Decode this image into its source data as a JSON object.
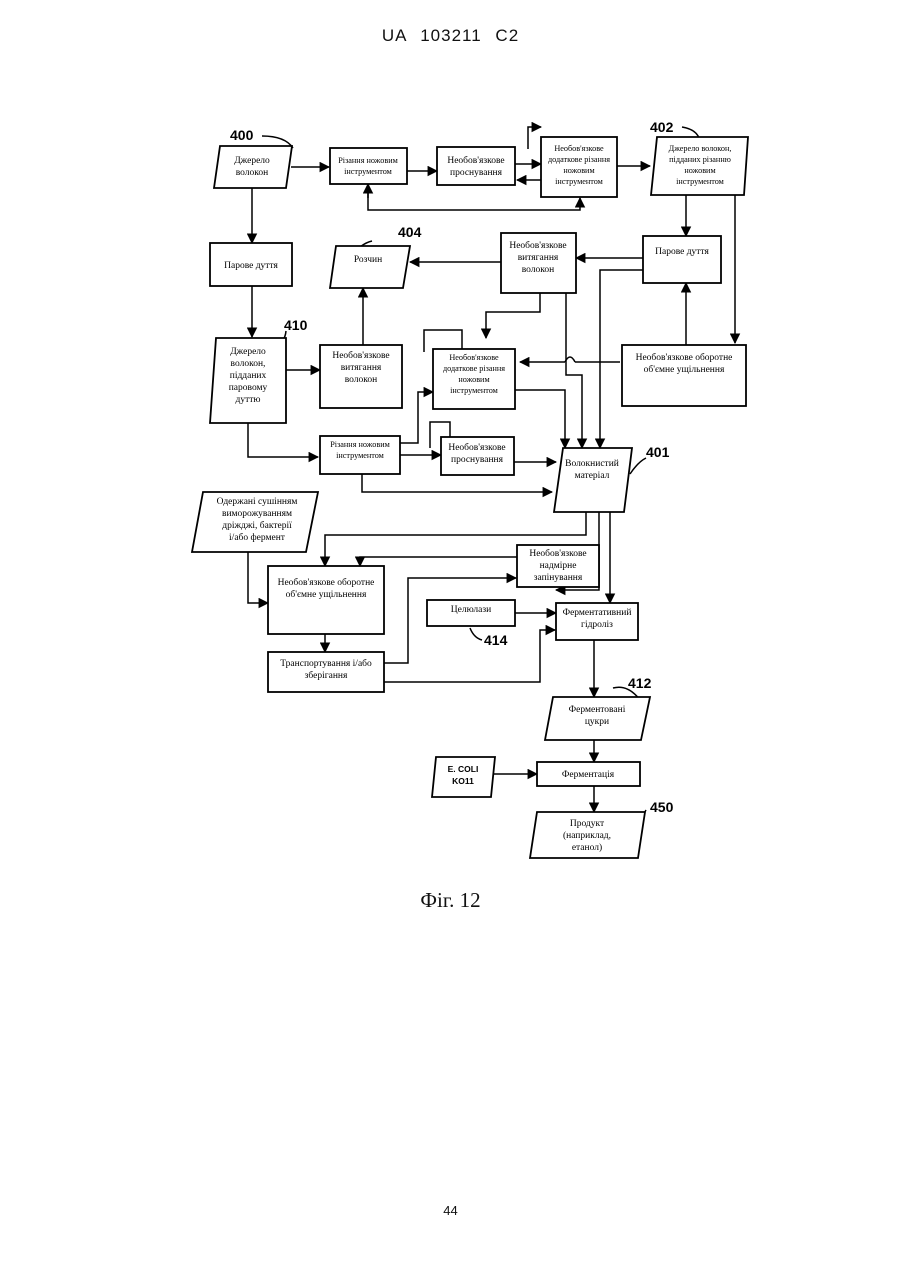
{
  "header": "UA 103211 C2",
  "caption": "Фіг. 12",
  "page_number": "44",
  "refs": {
    "r400": "400",
    "r402": "402",
    "r404": "404",
    "r410": "410",
    "r401": "401",
    "r414": "414",
    "r412": "412",
    "r450": "450"
  },
  "nodes": {
    "src400": [
      "Джерело",
      "волокон"
    ],
    "cut1": [
      "Різання ножовим",
      "інструментом"
    ],
    "shred1": [
      "Необов'язкове",
      "проснування"
    ],
    "extracut1": [
      "Необов'язкове",
      "додаткове різання",
      "ножовим",
      "інструментом"
    ],
    "src402": [
      "Джерело волокон,",
      "підданих різанню",
      "ножовим",
      "інструментом"
    ],
    "steam1": [
      "Парове дуття"
    ],
    "solution404": [
      "Розчин"
    ],
    "pull1": [
      "Необов'язкове",
      "витягання",
      "волокон"
    ],
    "steam2": [
      "Парове дуття"
    ],
    "src410": [
      "Джерело",
      "волокон,",
      "підданих",
      "паровому",
      "дуттю"
    ],
    "pull2": [
      "Необов'язкове",
      "витягання",
      "волокон"
    ],
    "extracut2": [
      "Необов'язкове",
      "додаткове різання",
      "ножовим",
      "інструментом"
    ],
    "densify1": [
      "Необов'язкове оборотне",
      "об'ємне ущільнення"
    ],
    "cut2": [
      "Різання ножовим",
      "інструментом"
    ],
    "shred2": [
      "Необов'язкове",
      "проснування"
    ],
    "fibrous401": [
      "Волокнистий",
      "матеріал"
    ],
    "obtained": [
      "Одержані сушінням",
      "виморожуванням",
      "дріжджі, бактерії",
      "і/або фермент"
    ],
    "overswell": [
      "Необов'язкове",
      "надмірне",
      "запінування"
    ],
    "densify2": [
      "Необов'язкове оборотне",
      "об'ємне ущільнення"
    ],
    "cellulase": [
      "Целюлази"
    ],
    "hydrolysis": [
      "Ферментативний",
      "гідроліз"
    ],
    "transport": [
      "Транспортування і/або",
      "зберігання"
    ],
    "sugars412": [
      "Ферментовані",
      "цукри"
    ],
    "ecoli": [
      "E. COLI",
      "KO11"
    ],
    "fermentation": [
      "Ферментація"
    ],
    "product450": [
      "Продукт",
      "(наприклад,",
      "етанол)"
    ]
  }
}
